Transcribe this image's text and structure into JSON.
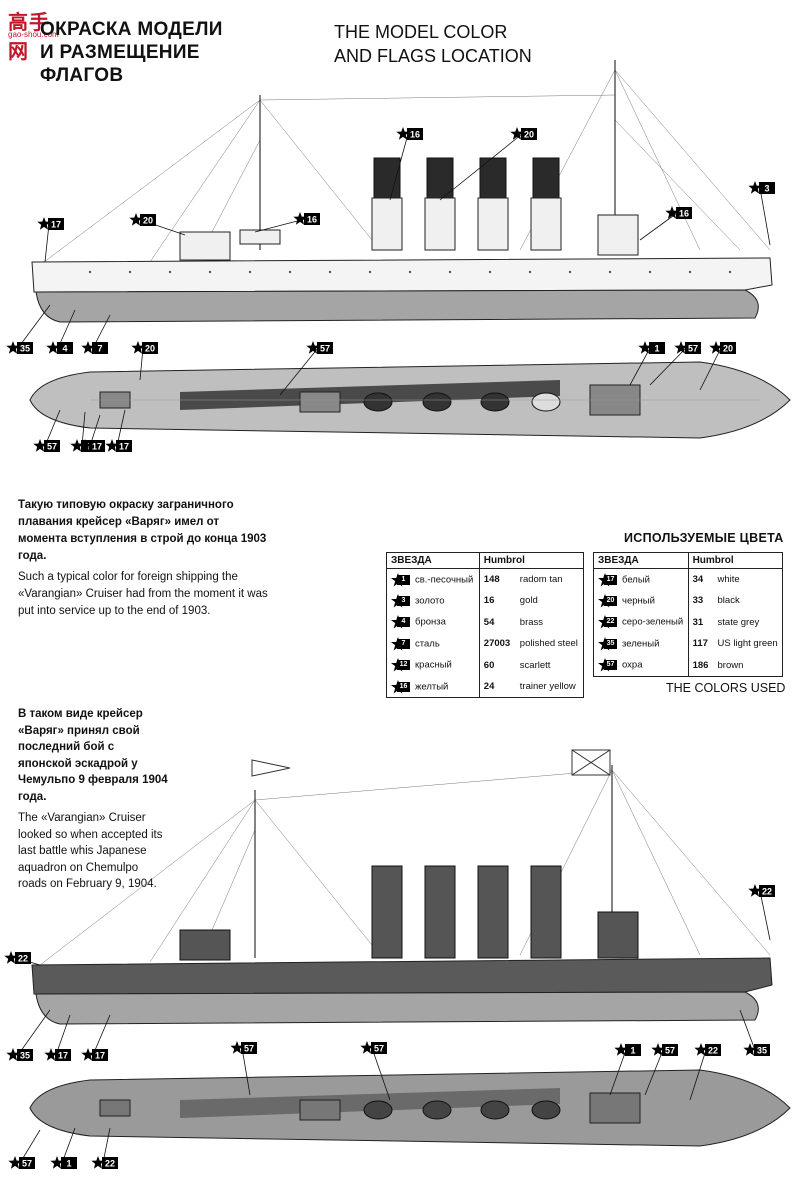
{
  "logo": {
    "mark": "高手网",
    "url": "gao-shou.com"
  },
  "title_ru": [
    "ОКРАСКА МОДЕЛИ",
    "И РАЗМЕЩЕНИЕ",
    "ФЛАГОВ"
  ],
  "title_en": [
    "THE MODEL COLOR",
    "AND FLAGS LOCATION"
  ],
  "desc_1903": {
    "ru": "Такую типовую окраску заграничного плавания крейсер «Варяг» имел от момента вступления в строй до конца 1903 года.",
    "en": "Such a typical color for foreign shipping the «Varangian» Cruiser had from the moment it was put into service up to the end of 1903."
  },
  "desc_1904": {
    "ru": "В таком виде крейсер «Варяг» принял свой последний бой с японской эскадрой у Чемульпо 9 февраля 1904 года.",
    "en": "The «Varangian» Cruiser looked so when accepted its last battle whis Japanese aquadron on Chemulpo roads on February 9, 1904."
  },
  "colors_title": "ИСПОЛЬЗУЕМЫЕ ЦВЕТА",
  "colors_used": "THE COLORS USED",
  "table_headers": {
    "star": "ЗВЕЗДА",
    "humbrol": "Humbrol"
  },
  "colors_left": [
    {
      "star": "1",
      "ru": "св.-песочный",
      "num": "148",
      "en": "radom tan"
    },
    {
      "star": "3",
      "ru": "золото",
      "num": "16",
      "en": "gold"
    },
    {
      "star": "4",
      "ru": "бронза",
      "num": "54",
      "en": "brass"
    },
    {
      "star": "7",
      "ru": "сталь",
      "num": "27003",
      "en": "polished steel"
    },
    {
      "star": "12",
      "ru": "красный",
      "num": "60",
      "en": "scarlett"
    },
    {
      "star": "16",
      "ru": "желтый",
      "num": "24",
      "en": "trainer yellow"
    }
  ],
  "colors_right": [
    {
      "star": "17",
      "ru": "белый",
      "num": "34",
      "en": "white"
    },
    {
      "star": "20",
      "ru": "черный",
      "num": "33",
      "en": "black"
    },
    {
      "star": "22",
      "ru": "серо-зеленый",
      "num": "31",
      "en": "state grey"
    },
    {
      "star": "35",
      "ru": "зеленый",
      "num": "117",
      "en": "US light green"
    },
    {
      "star": "57",
      "ru": "охра",
      "num": "186",
      "en": "brown"
    }
  ],
  "callouts_side_1903": [
    "16",
    "20",
    "3",
    "17",
    "20",
    "16",
    "16",
    "35",
    "4",
    "7"
  ],
  "callouts_top_1903": [
    "20",
    "57",
    "1",
    "57",
    "20",
    "57",
    "1",
    "17",
    "17"
  ],
  "callouts_side_1904": [
    "22",
    "22",
    "35",
    "17",
    "17",
    "35"
  ],
  "callouts_top_1904": [
    "57",
    "57",
    "1",
    "57",
    "22",
    "57",
    "1",
    "22"
  ],
  "colors": {
    "hull_white": "#f4f4f4",
    "hull_dark": "#5a5a5a",
    "underwater": "#a5a5a5",
    "deck": "#bfbfbf",
    "funnel": "#2a2a2a",
    "logo_red": "#c0182a"
  }
}
